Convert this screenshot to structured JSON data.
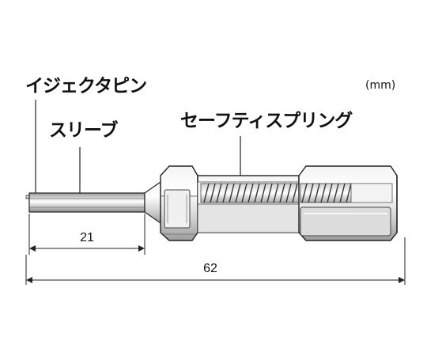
{
  "labels": {
    "ejector_pin": "イジェクタピン",
    "sleeve": "スリーブ",
    "safety_spring": "セーフティスプリング",
    "unit": "(mm)"
  },
  "dimensions": {
    "sleeve_length": "21",
    "overall_length": "62"
  },
  "colors": {
    "line": "#222222",
    "metal_light": "#e8e8e8",
    "metal_mid": "#bdbdbd",
    "metal_dark": "#8a8a8a",
    "background": "#ffffff"
  }
}
